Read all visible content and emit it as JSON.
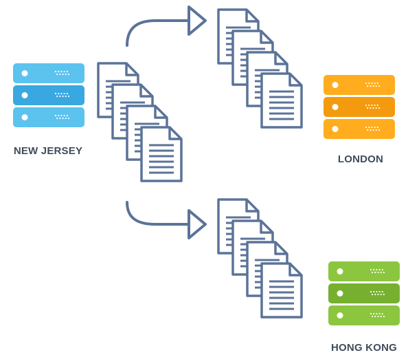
{
  "colors": {
    "document_stroke": "#5b7398",
    "arrow_stroke": "#5b7398",
    "server_dot": "#ffffff"
  },
  "sites": [
    {
      "label": "NEW JERSEY",
      "icon": "server-stack-icon",
      "colors": {
        "top": "#5cc3ef",
        "middle": "#3aa8e0",
        "bottom": "#5cc3ef"
      }
    },
    {
      "label": "LONDON",
      "icon": "server-stack-icon",
      "colors": {
        "top": "#ffad1f",
        "middle": "#f39a0e",
        "bottom": "#ffad1f"
      }
    },
    {
      "label": "HONG KONG",
      "icon": "server-stack-icon",
      "colors": {
        "top": "#8cc63f",
        "middle": "#76b02e",
        "bottom": "#8cc63f"
      }
    }
  ],
  "document_stacks": [
    {
      "name": "source-documents",
      "count": 4
    },
    {
      "name": "london-documents",
      "count": 4
    },
    {
      "name": "hongkong-documents",
      "count": 4
    }
  ],
  "arrows": [
    {
      "name": "arrow-to-london",
      "icon": "curved-arrow-icon"
    },
    {
      "name": "arrow-to-hongkong",
      "icon": "curved-arrow-icon"
    }
  ]
}
